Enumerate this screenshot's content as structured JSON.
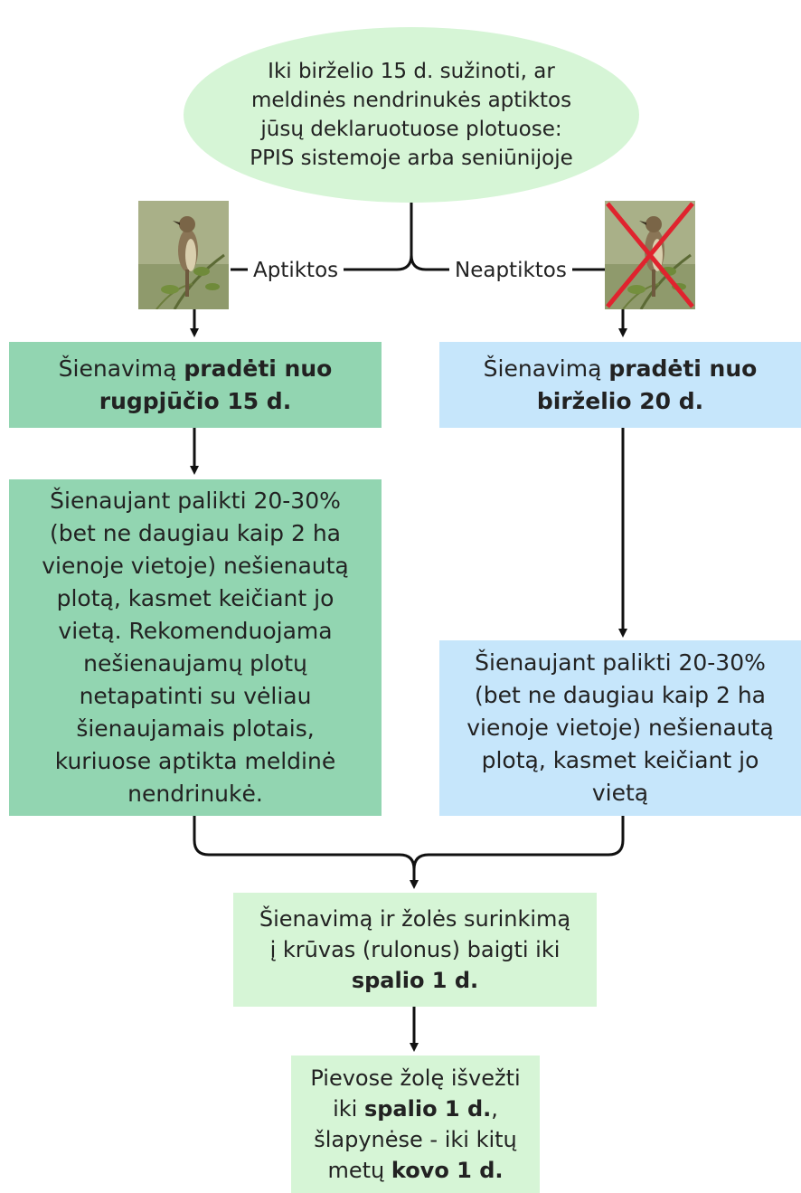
{
  "start": {
    "lines": [
      "Iki birželio 15 d. sužinoti, ar",
      "meldinės nendrinukės aptiktos",
      "jūsų deklaruotuose plotuose:",
      "PPIS sistemoje arba seniūnijoje"
    ]
  },
  "branch_left": {
    "label": "Aptiktos"
  },
  "branch_right": {
    "label": "Neaptiktos"
  },
  "left_start": {
    "prefix": "Šienavimą ",
    "bold_1": "pradėti nuo",
    "bold_2": "rugpjūčio 15 d."
  },
  "right_start": {
    "prefix": "Šienavimą ",
    "bold_1": "pradėti nuo",
    "bold_2": "birželio 20 d."
  },
  "left_leave": {
    "lines": [
      "Šienaujant palikti 20-30%",
      "(bet ne daugiau kaip 2 ha",
      "vienoje vietoje) nešienautą",
      "plotą, kasmet keičiant jo",
      "vietą. Rekomenduojama",
      "nešienaujamų plotų",
      "netapatinti su vėliau",
      "šienaujamais plotais,",
      "kuriuose aptikta meldinė",
      "nendrinukė."
    ]
  },
  "right_leave": {
    "lines": [
      "Šienaujant palikti 20-30%",
      "(bet ne daugiau kaip 2 ha",
      "vienoje vietoje) nešienautą",
      "plotą, kasmet keičiant jo",
      "vietą"
    ]
  },
  "finish": {
    "line_1": "Šienavimą ir žolės surinkimą",
    "line_2": "į krūvas (rulonus) baigti iki",
    "bold": "spalio 1 d."
  },
  "remove": {
    "line_1": "Pievose žolę išvežti",
    "line_2_prefix": "iki ",
    "line_2_bold": "spalio 1 d.",
    "line_2_suffix": ",",
    "line_3": "šlapynėse - iki kitų",
    "line_4_prefix": "metų ",
    "line_4_bold": "kovo 1 d."
  },
  "colors": {
    "oval": "#d6f5d6",
    "green_dark": "#92d5b1",
    "blue_light": "#c6e6fb",
    "green_light": "#d6f5d6",
    "line": "#111111",
    "cross": "#e0232e"
  }
}
